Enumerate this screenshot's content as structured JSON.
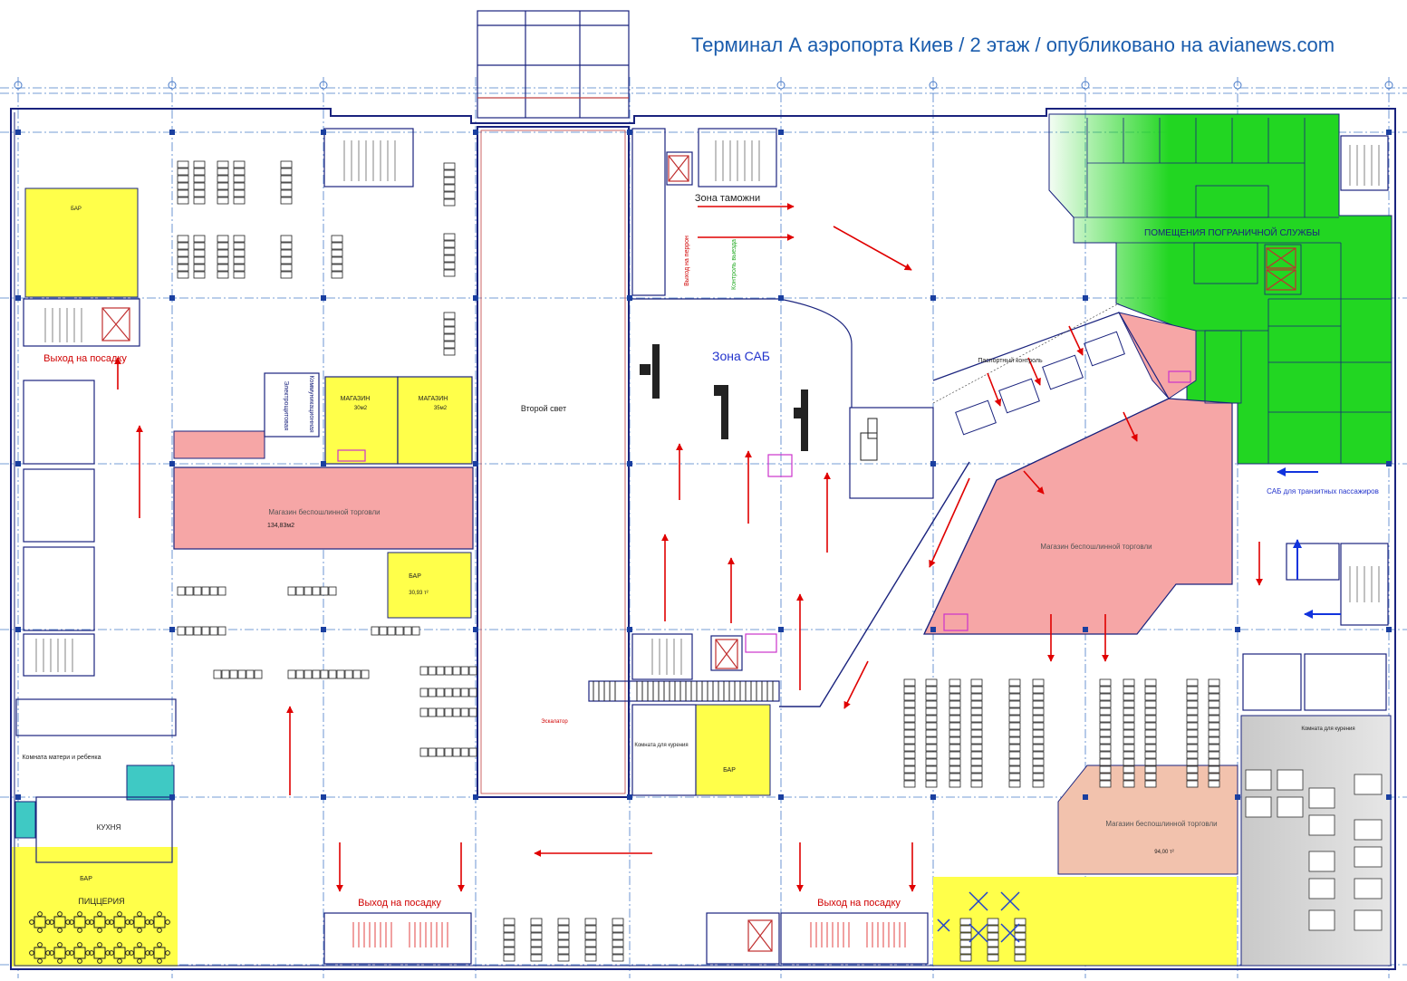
{
  "title": "Терминал А аэропорта Киев / 2 этаж / опубликовано на avianews.com",
  "colors": {
    "title": "#1a5cad",
    "wall": "#1a237e",
    "grid": "#4a7cc9",
    "arrow": "#e00000",
    "label_red": "#d00000",
    "label_blue": "#2233cc",
    "yellow": "#ffff4a",
    "pink": "#f6a6a6",
    "green": "#22d622",
    "teal": "#3fc9c4",
    "gray": "#c9c9c9",
    "salmon": "#f2c2ad"
  },
  "labels": {
    "exit_boarding_left": "Выход на посадку",
    "exit_boarding_bottom_1": "Выход на посадку",
    "exit_boarding_bottom_2": "Выход на посадку",
    "customs_zone": "Зона таможни",
    "sab_zone": "Зона САБ",
    "border_rooms": "ПОМЕЩЕНИЯ ПОГРАНИЧНОЙ СЛУЖБЫ",
    "passport_control": "Паспортный контроль",
    "sab_transit": "САБ для транзитных пассажиров",
    "second_light": "Второй свет",
    "shop_30": "МАГАЗИН",
    "shop_30_area": "30м2",
    "shop_35": "МАГАЗИН",
    "shop_35_area": "35м2",
    "dutyfree_left": "Магазин беспошлинной торговли",
    "dutyfree_left_area": "134,83м2",
    "dutyfree_center": "Магазин беспошлинной торговли",
    "dutyfree_right": "Магазин беспошлинной торговли",
    "dutyfree_right_area": "94,00 т²",
    "bar_left_top": "БАР",
    "bar_center": "БАР",
    "bar_center_area": "30,93 т²",
    "bar_bottom_left": "БАР",
    "bar_escalator": "БАР",
    "pizzeria": "ПИЦЦЕРИЯ",
    "kitchen": "КУХНЯ",
    "mother_child": "Комната матери и ребенка",
    "smoking_room_1": "Комната для курения",
    "smoking_room_2": "Комната для курения",
    "escalator": "Эскалатор",
    "exit_left_vertical": "Выход на перрон",
    "control_vertical": "Контроль выезда",
    "electro_room": "Электрощитовая",
    "comm_room": "Коммуникационная"
  }
}
